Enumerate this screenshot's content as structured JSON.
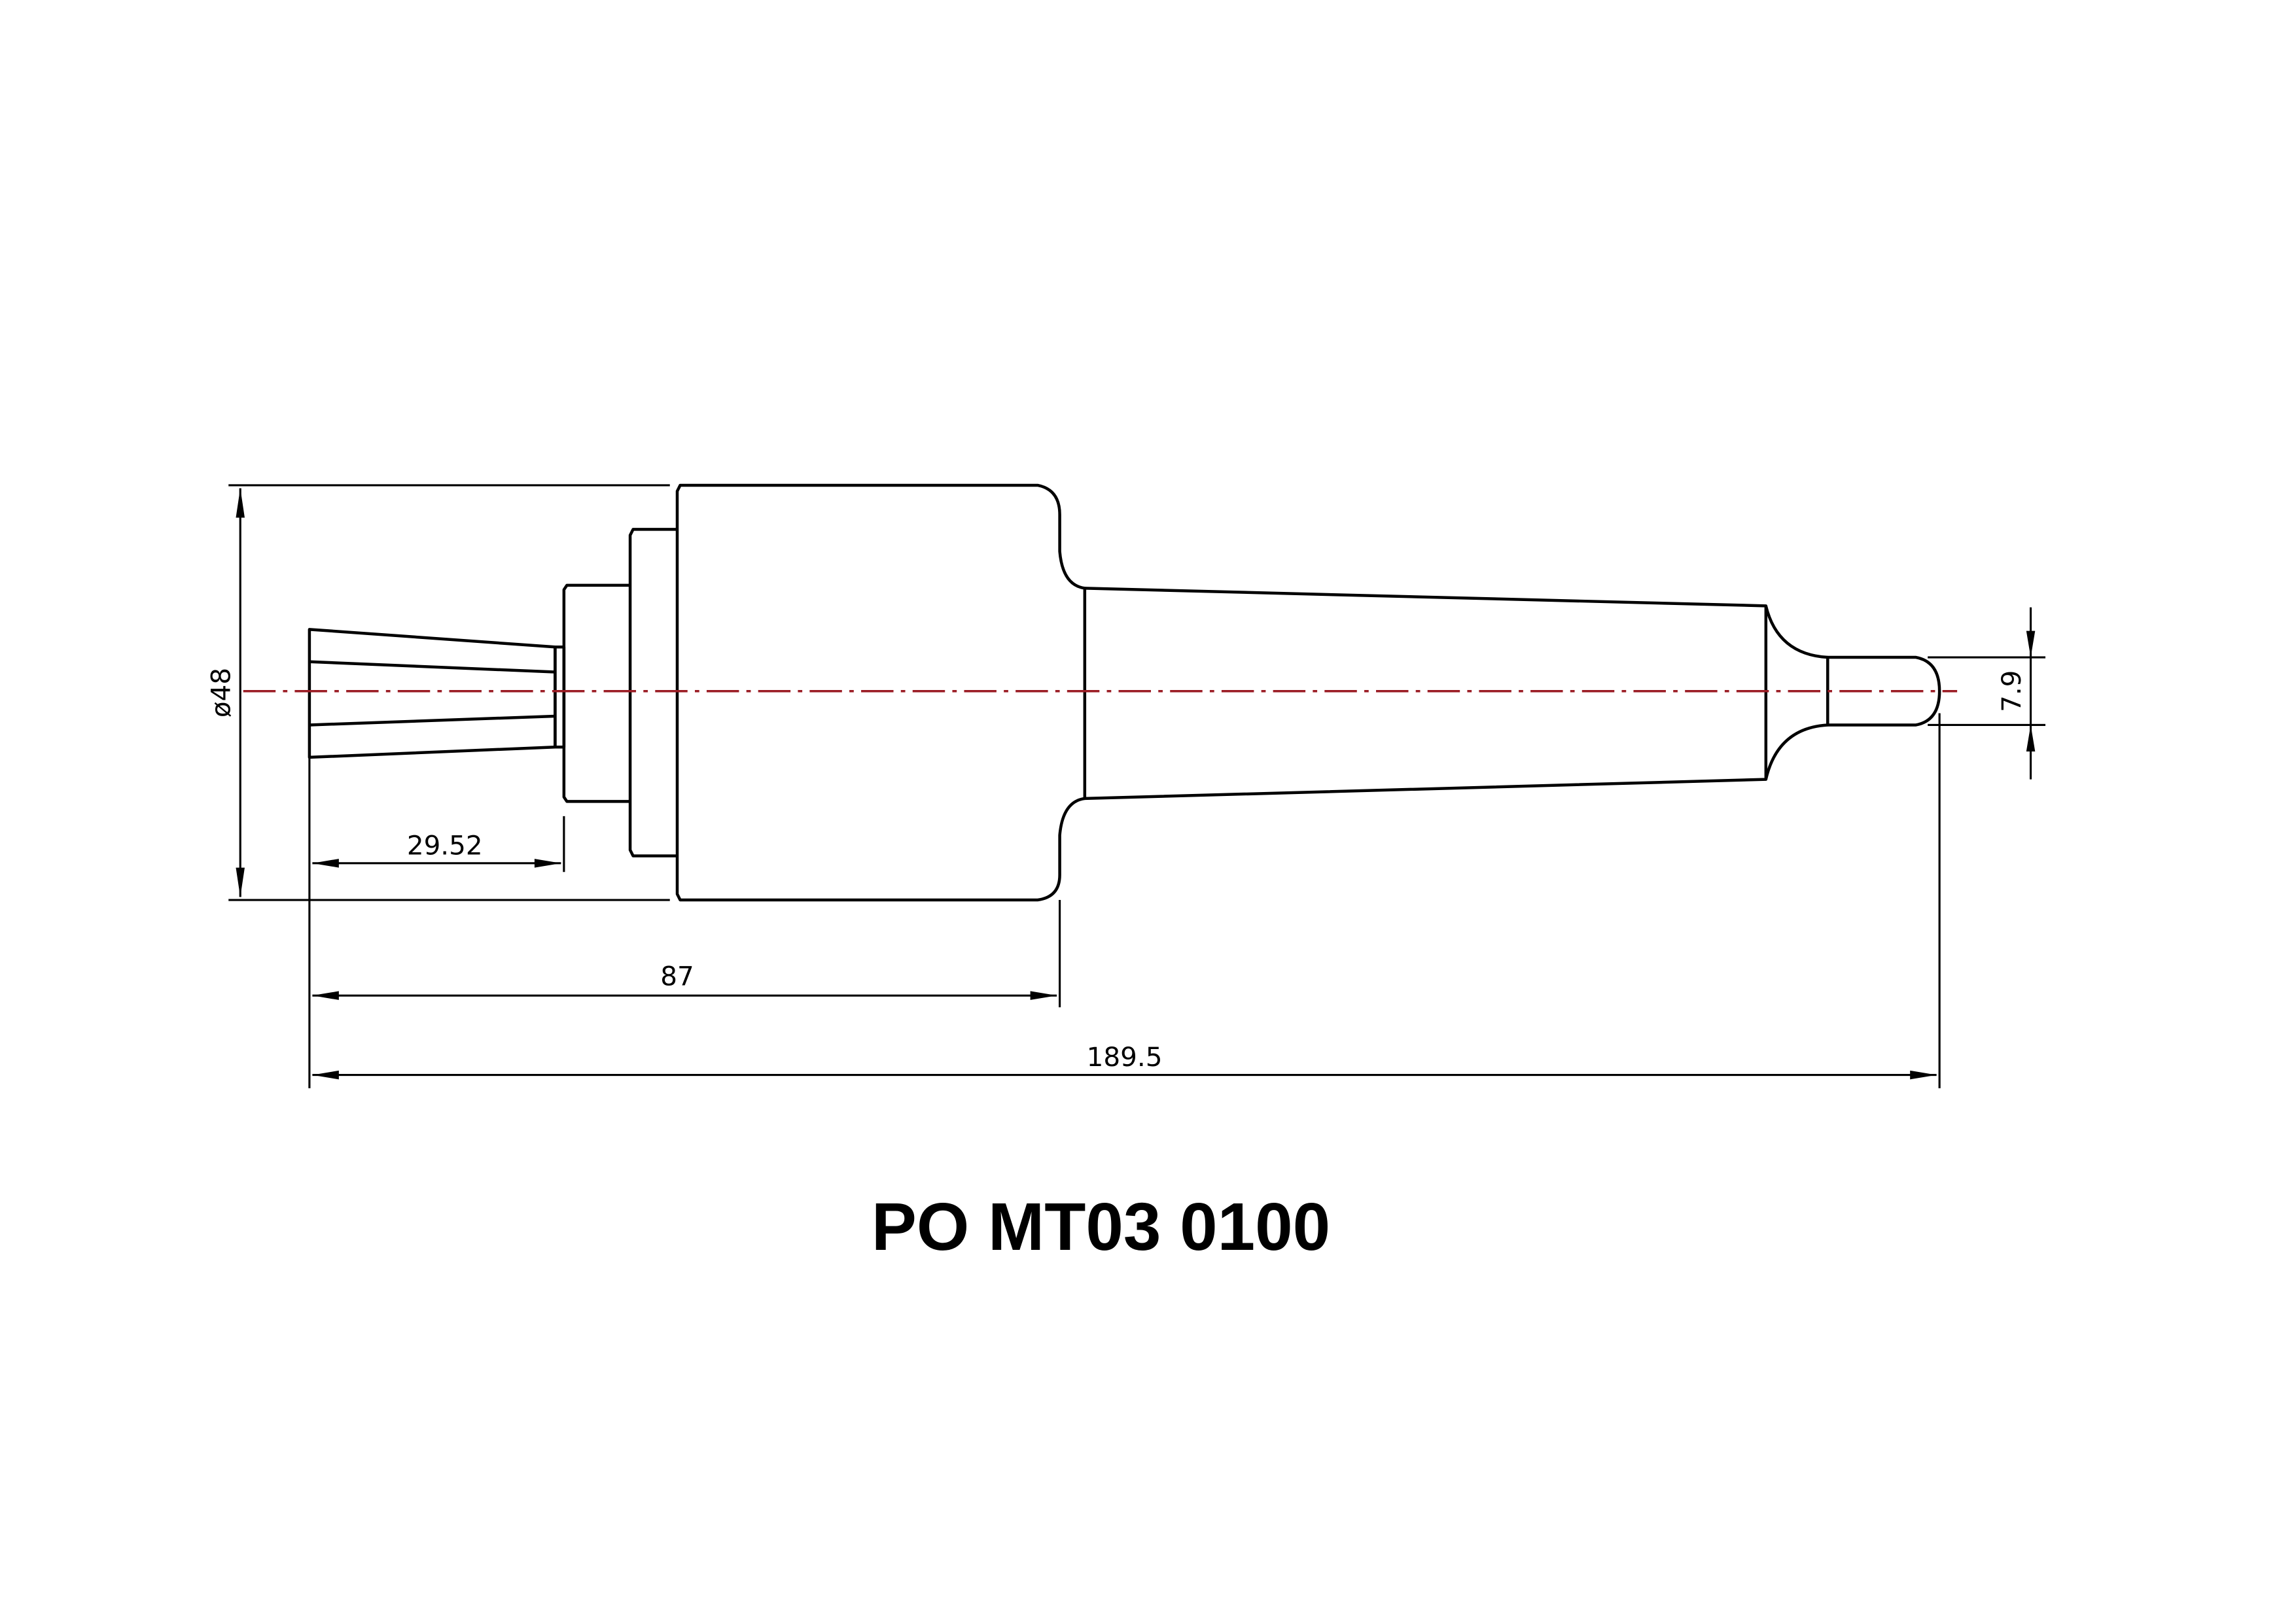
{
  "drawing": {
    "title": "PO MT03 0100",
    "dimensions": {
      "diameter": "ø48",
      "collet_length": "29.52",
      "body_length": "87",
      "overall_length": "189.5",
      "pin_diameter": "7.9"
    },
    "colors": {
      "centerline": "#9b1c24",
      "lines": "#000000"
    }
  }
}
